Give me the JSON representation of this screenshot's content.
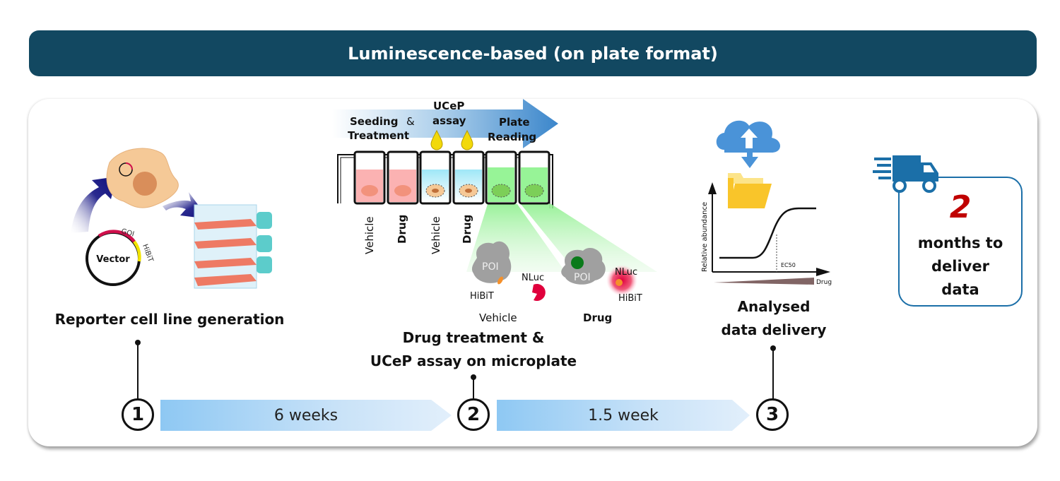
{
  "banner": {
    "title": "Luminescence-based (on plate format)"
  },
  "colors": {
    "banner": "#124861",
    "accent_blue": "#1b6fa8",
    "highlight_red": "#c00000",
    "timeline_bar": "#8ec8f3"
  },
  "steps": [
    {
      "number": "1",
      "label": "Reporter cell line generation",
      "illustration": {
        "vector_label": "Vector",
        "vector_segments": [
          "GOI",
          "HiBiT"
        ]
      }
    },
    {
      "number": "2",
      "label_line1": "Drug treatment &",
      "label_line2": "UCeP assay on microplate",
      "illustration": {
        "process_arrow": {
          "stage1_line1": "Seeding",
          "stage1_amp": "&",
          "stage1_line2": "Treatment",
          "stage2_line1": "UCeP",
          "stage2_line2": "assay",
          "stage3_line1": "Plate",
          "stage3_line2": "Reading"
        },
        "wells": [
          "Vehicle",
          "Drug",
          "Vehicle",
          "Drug"
        ],
        "vehicle_panel": {
          "protein": "POI",
          "tag": "HiBiT",
          "enzyme": "NLuc",
          "caption": "Vehicle"
        },
        "drug_panel": {
          "protein": "POI",
          "tag": "HiBiT",
          "enzyme": "NLuc",
          "caption": "Drug"
        }
      }
    },
    {
      "number": "3",
      "label_line1": "Analysed",
      "label_line2": "data delivery",
      "illustration": {
        "icons": [
          "cloud-sync-icon",
          "folder-icon"
        ],
        "curve": {
          "ylabel": "Relative abundance",
          "xlabel": "Drug",
          "marker": "EC50"
        }
      }
    }
  ],
  "durations": [
    {
      "label": "6 weeks"
    },
    {
      "label": "1.5 week"
    }
  ],
  "delivery": {
    "icon": "delivery-truck-icon",
    "number": "2",
    "line1": "months to",
    "line2": "deliver",
    "line3": "data"
  }
}
